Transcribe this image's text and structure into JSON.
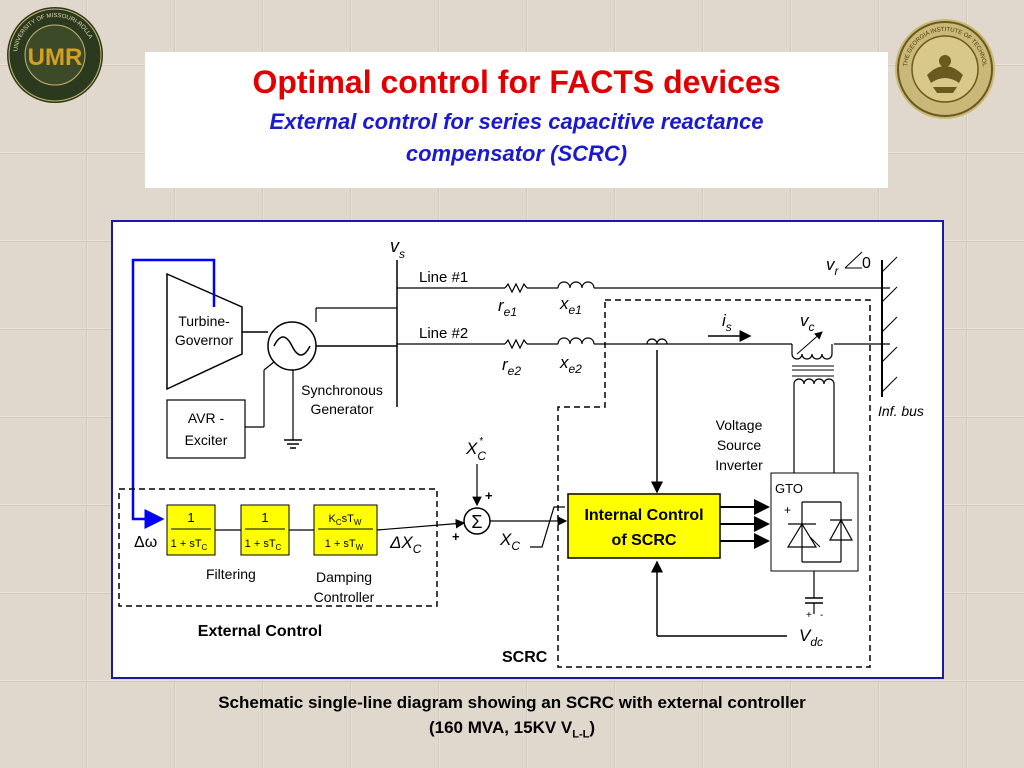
{
  "logos": {
    "left_logo_text": "UMR",
    "left_seal_text": "UNIVERSITY OF MISSOURI-ROLLA",
    "right_seal_text": "THE GEORGIA INSTITUTE OF TECHNOLOGY"
  },
  "title": {
    "main": "Optimal control for FACTS devices",
    "subtitle_line1": "External control for series capacitive reactance",
    "subtitle_line2": "compensator (SCRC)"
  },
  "diagram": {
    "vs": "v",
    "vs_sub": "s",
    "line1": "Line #1",
    "line2": "Line #2",
    "re1": "r",
    "re1_sub": "e1",
    "xe1": "x",
    "xe1_sub": "e1",
    "re2": "r",
    "re2_sub": "e2",
    "xe2": "x",
    "xe2_sub": "e2",
    "vr": "v",
    "vr_sub": "r",
    "vr_angle": "0",
    "is": "i",
    "is_sub": "s",
    "vc": "v",
    "vc_sub": "c",
    "inf_bus": "Inf. bus",
    "turbine_line1": "Turbine-",
    "turbine_line2": "Governor",
    "avr_line1": "AVR -",
    "avr_line2": "Exciter",
    "sync_gen_line1": "Synchronous",
    "sync_gen_line2": "Generator",
    "vsi_line1": "Voltage",
    "vsi_line2": "Source",
    "vsi_line3": "Inverter",
    "gto": "GTO",
    "xc_star": "X",
    "xc_star_sub": "C",
    "xc_star_sup": "*",
    "sigma": "Σ",
    "plus": "+",
    "xc": "X",
    "xc_sub": "C",
    "delta_xc": "ΔX",
    "delta_xc_sub": "C",
    "delta_omega": "Δω",
    "filter1_num": "1",
    "filter1_den": "1 + sT",
    "filter_den_sub": "C",
    "filter2_num": "1",
    "filter2_den": "1 + sT",
    "damp_num": "K",
    "damp_num_sub1": "C",
    "damp_num_mid": "sT",
    "damp_num_sub2": "W",
    "damp_den": "1 + sT",
    "damp_den_sub": "W",
    "filtering_label": "Filtering",
    "damping_line1": "Damping",
    "damping_line2": "Controller",
    "internal_line1": "Internal Control",
    "internal_line2": "of SCRC",
    "external_control": "External Control",
    "scrc": "SCRC",
    "vdc": "V",
    "vdc_sub": "dc",
    "dc_plus": "+",
    "dc_minus": "-"
  },
  "caption": {
    "line1": "Schematic single-line diagram showing an SCRC with external controller",
    "line2_prefix": "(160 MVA, 15KV V",
    "line2_sub": "L-L",
    "line2_suffix": ")"
  },
  "colors": {
    "title_red": "#e00000",
    "subtitle_blue": "#1a1ad0",
    "frame_blue": "#1a1aa8",
    "block_yellow": "#ffff00",
    "feedback_blue": "#0000ff"
  }
}
